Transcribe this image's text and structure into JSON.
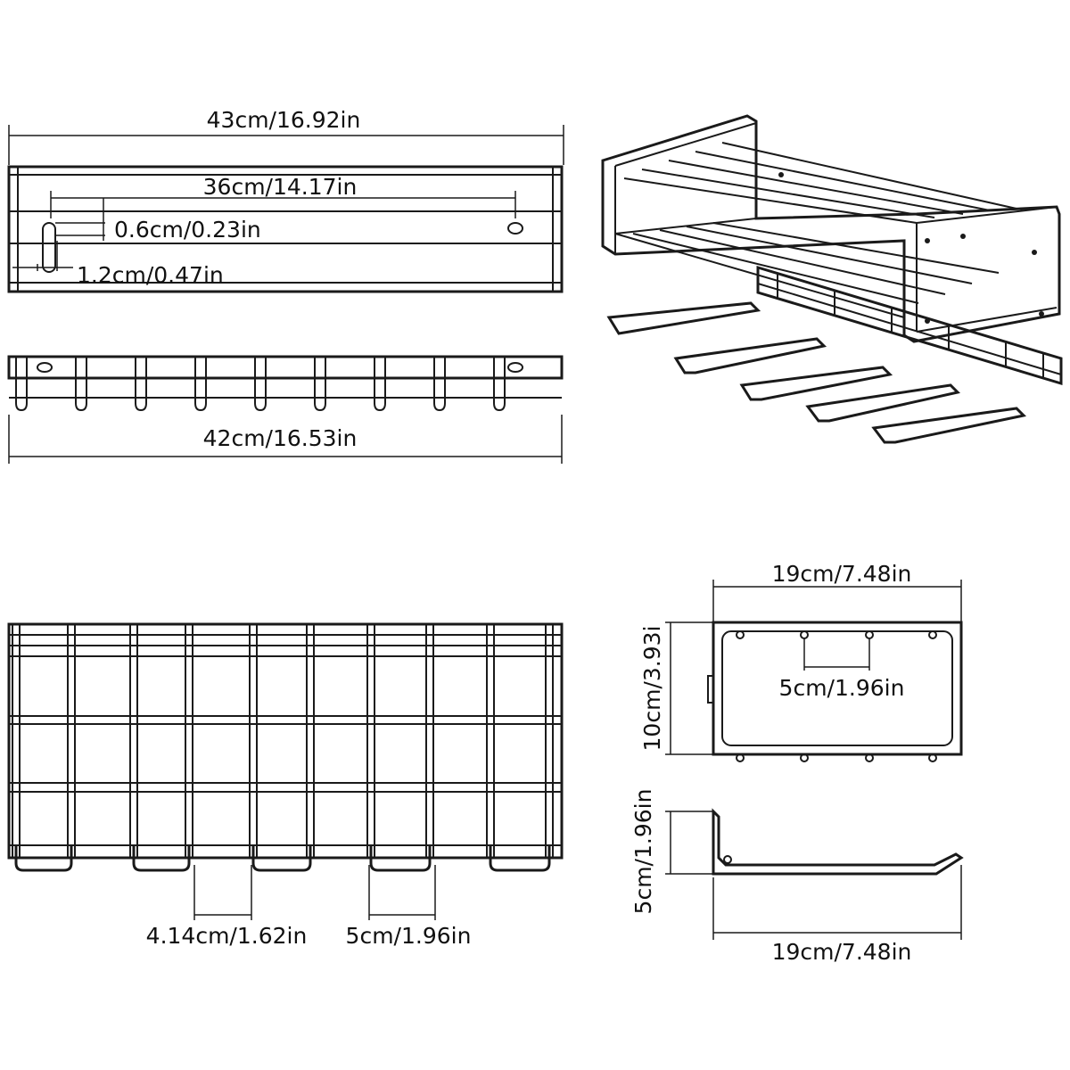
{
  "colors": {
    "line": "#1a1a1a",
    "background": "#ffffff"
  },
  "views": {
    "top_bar": {
      "overall_width": "43cm/16.92in",
      "hole_spacing": "36cm/14.17in",
      "hole_height": "0.6cm/0.23in",
      "hole_width": "1.2cm/0.47in"
    },
    "hook_rail": {
      "width": "42cm/16.53in",
      "hook_count": 9
    },
    "front_grid": {
      "hook_gap": "4.14cm/1.62in",
      "hook_width": "5cm/1.96in"
    },
    "side_frame": {
      "width": "19cm/7.48in",
      "height": "10cm/3.93i",
      "pin_spacing": "5cm/1.96in"
    },
    "side_hook": {
      "height": "5cm/1.96in",
      "depth": "19cm/7.48in"
    }
  }
}
